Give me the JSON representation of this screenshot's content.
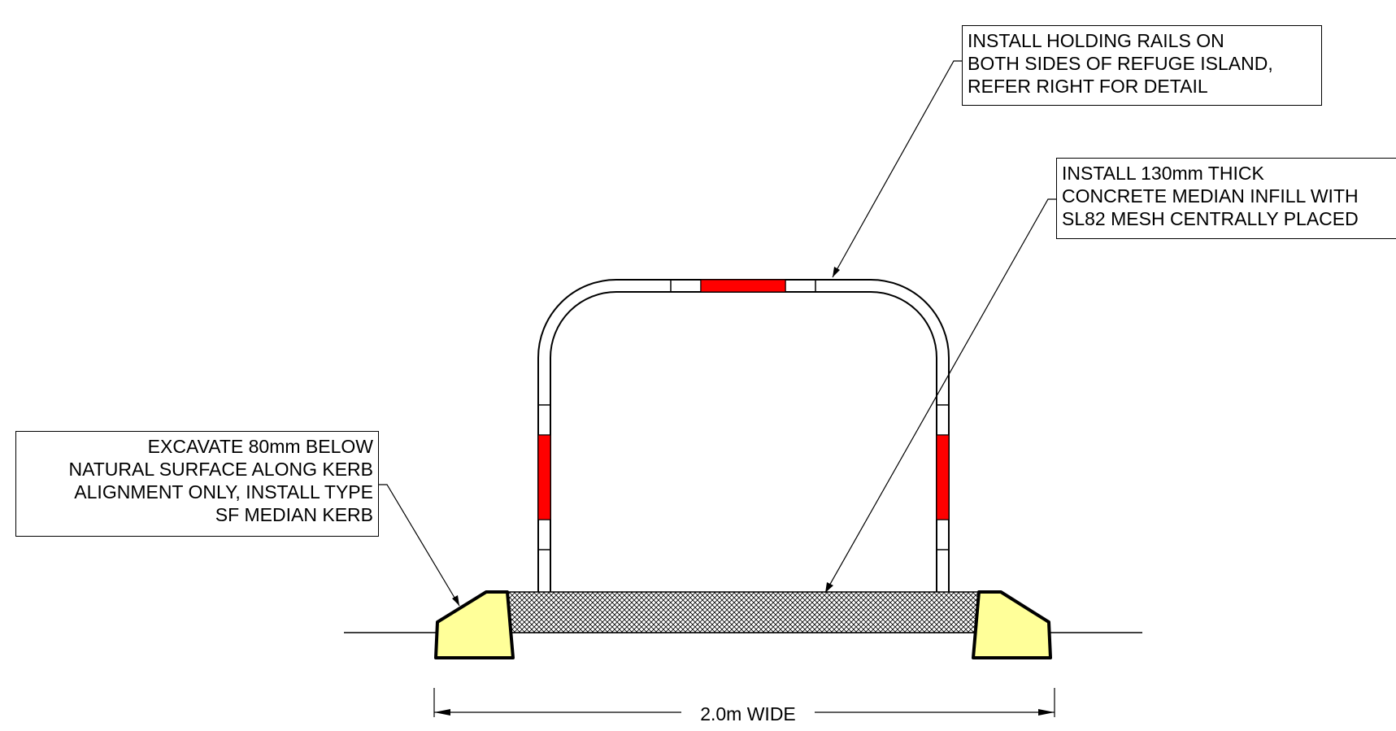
{
  "notes": {
    "holding_rails": {
      "lines": [
        "INSTALL HOLDING RAILS ON",
        "BOTH SIDES OF REFUGE ISLAND,",
        "REFER RIGHT FOR DETAIL"
      ]
    },
    "median_infill": {
      "lines": [
        "INSTALL 130mm THICK",
        "CONCRETE MEDIAN INFILL WITH",
        "SL82 MESH CENTRALLY  PLACED"
      ]
    },
    "kerb": {
      "lines": [
        "EXCAVATE 80mm BELOW",
        "NATURAL SURFACE ALONG KERB",
        "ALIGNMENT ONLY, INSTALL TYPE",
        "SF MEDIAN KERB"
      ]
    }
  },
  "dimension": {
    "label": "2.0m WIDE"
  },
  "colors": {
    "kerb_fill": "#ffff99",
    "rail_band": "#ff0000",
    "line": "#000000",
    "background": "#ffffff"
  }
}
